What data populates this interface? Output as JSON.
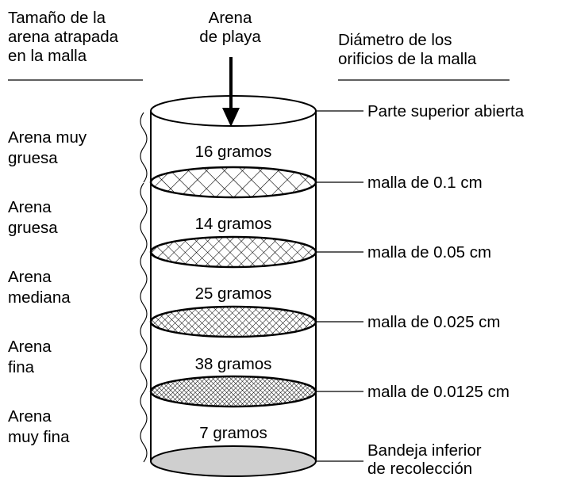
{
  "header": {
    "left_title": [
      "Tamaño de la",
      "arena atrapada",
      "en la malla"
    ],
    "center_title": [
      "Arena",
      "de playa"
    ],
    "right_title": [
      "Diámetro de los",
      "orificios de la malla"
    ]
  },
  "top_label": "Parte superior abierta",
  "layers": [
    {
      "size_label": [
        "Arena muy",
        "gruesa"
      ],
      "mass": "16 gramos",
      "mesh": "malla de 0.1 cm"
    },
    {
      "size_label": [
        "Arena",
        "gruesa"
      ],
      "mass": "14 gramos",
      "mesh": "malla de 0.05 cm"
    },
    {
      "size_label": [
        "Arena",
        "mediana"
      ],
      "mass": "25 gramos",
      "mesh": "malla de 0.025 cm"
    },
    {
      "size_label": [
        "Arena",
        "fina"
      ],
      "mass": "38 gramos",
      "mesh": "malla de 0.0125 cm"
    },
    {
      "size_label": [
        "Arena",
        "muy fina"
      ],
      "mass": "7 gramos",
      "mesh": ""
    }
  ],
  "bottom_label": [
    "Bandeja inferior",
    "de recolección"
  ],
  "colors": {
    "line": "#000000",
    "tray_fill": "#cfcfcf",
    "background": "#ffffff"
  }
}
